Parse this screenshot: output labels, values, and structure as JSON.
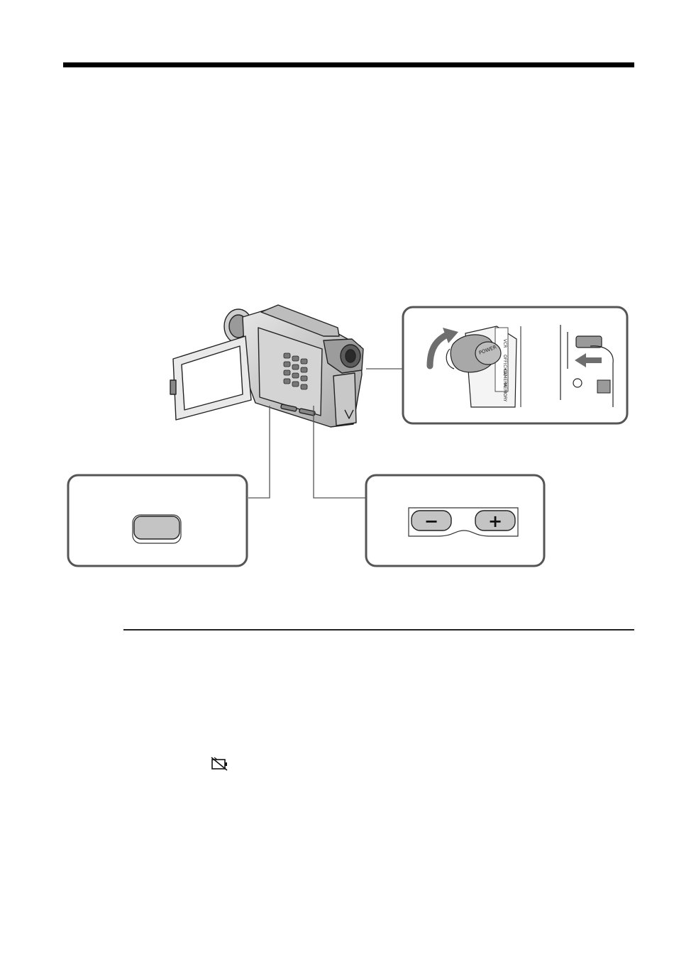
{
  "figure": {
    "power_switch": {
      "label": "POWER",
      "modes": [
        "VCR",
        "OFF(CHG)",
        "CAMERA",
        "MEMORY"
      ]
    },
    "volume_button": {
      "minus_symbol": "−",
      "plus_symbol": "+"
    }
  },
  "icons": {
    "battery_warning": "battery-warning-icon"
  },
  "colors": {
    "ink": "#1a1a1a",
    "button_fill": "#c4c4c4",
    "callout_border": "#555555"
  }
}
